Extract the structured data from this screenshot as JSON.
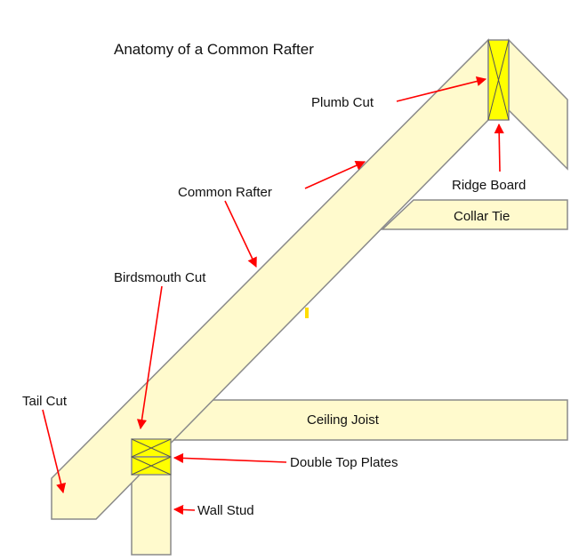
{
  "title": "Anatomy of a Common Rafter",
  "labels": {
    "plumb_cut": "Plumb Cut",
    "ridge_board": "Ridge Board",
    "collar_tie": "Collar Tie",
    "common_rafter": "Common Rafter",
    "birdsmouth_cut": "Birdsmouth Cut",
    "tail_cut": "Tail Cut",
    "ceiling_joist": "Ceiling Joist",
    "double_top_plates": "Double Top Plates",
    "wall_stud": "Wall Stud"
  },
  "colors": {
    "lumber": "#fffacd",
    "lumber_outline": "#8a8a8a",
    "ridge_board": "#ffff00",
    "top_plates": "#ffff00",
    "arrow": "#ff0000",
    "text": "#111111"
  }
}
